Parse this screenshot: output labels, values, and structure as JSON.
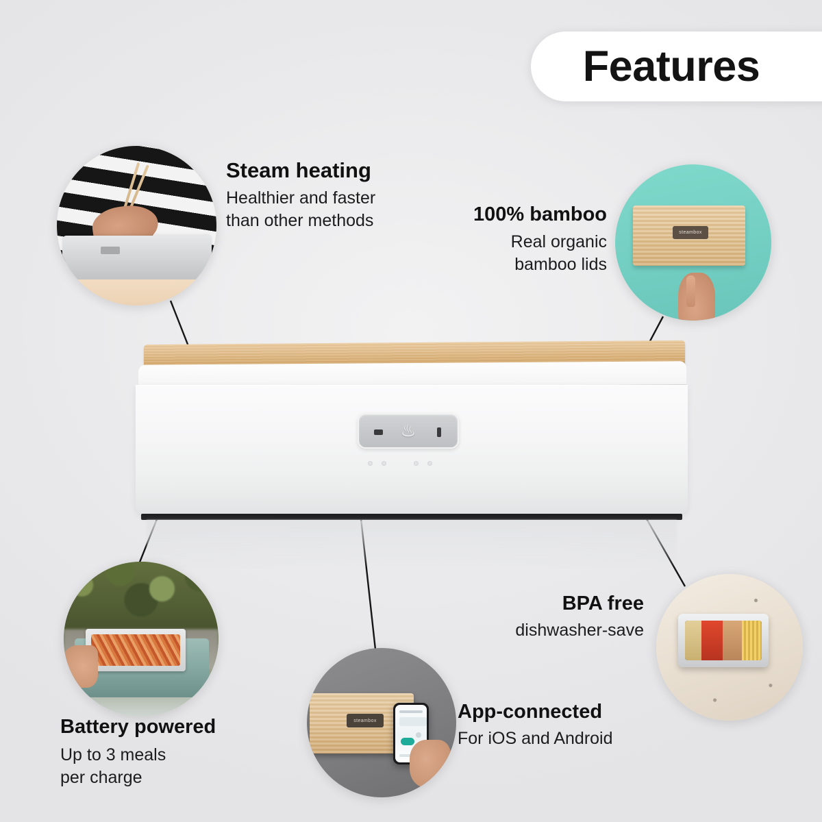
{
  "header": {
    "title": "Features"
  },
  "product": {
    "name": "smart-lunchbox",
    "panel_icon": "steam-flame-icon",
    "lid_badge_text": "steambox",
    "led_count": 4
  },
  "accent": {
    "node_color": "#22a5b2",
    "node_stroke": "#0e6f7b",
    "mint_background": "#7fd9cb",
    "line_color": "#161616",
    "page_background": "#ececee",
    "pill_background": "#ffffff",
    "text_color": "#111112"
  },
  "features": [
    {
      "id": "steam-heating",
      "title": "Steam heating",
      "sub_lines": [
        "Healthier and faster",
        "than other methods"
      ],
      "align": "left",
      "photo": "person-eating-with-chopsticks"
    },
    {
      "id": "bamboo",
      "title": "100% bamboo",
      "sub_lines": [
        "Real organic",
        "bamboo lids"
      ],
      "align": "right",
      "photo": "bamboo-lid-on-mint-background"
    },
    {
      "id": "battery-powered",
      "title": "Battery powered",
      "sub_lines": [
        "Up to 3 meals",
        "per charge"
      ],
      "align": "left",
      "photo": "outdoor-lunchbox-with-pasta"
    },
    {
      "id": "app-connected",
      "title": "App-connected",
      "sub_lines": [
        "For iOS and Android"
      ],
      "align": "left",
      "photo": "lunchbox-with-smartphone-app"
    },
    {
      "id": "bpa-free",
      "title": "BPA free",
      "sub_lines": [
        "dishwasher-save"
      ],
      "align": "right",
      "photo": "steel-tray-with-food-on-stone"
    }
  ],
  "connectors": [
    {
      "id": "connector-steam",
      "from_circle": "steam-heating",
      "to_point": "lid-seam-left"
    },
    {
      "id": "connector-bamboo",
      "from_circle": "bamboo",
      "to_point": "bamboo-lid-right"
    },
    {
      "id": "connector-battery",
      "from_circle": "battery-powered",
      "to_point": "body-lower-left"
    },
    {
      "id": "connector-app",
      "from_circle": "app-connected",
      "to_point": "control-panel"
    },
    {
      "id": "connector-bpa",
      "from_circle": "bpa-free",
      "to_point": "body-lower-right"
    }
  ]
}
